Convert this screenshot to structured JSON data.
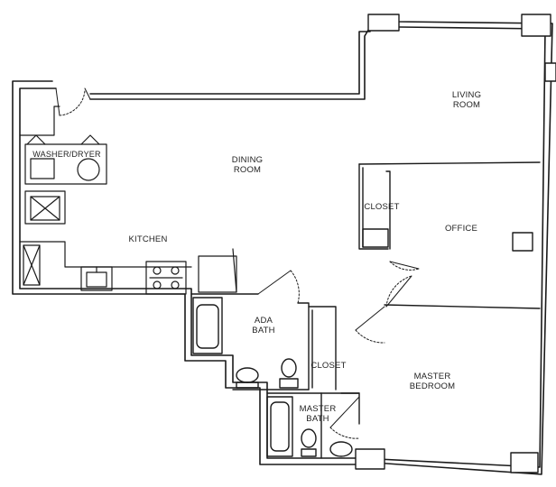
{
  "rooms": {
    "living": {
      "line1": "LIVING",
      "line2": "ROOM"
    },
    "dining": {
      "line1": "DINING",
      "line2": "ROOM"
    },
    "washer_dryer": "WASHER/DRYER",
    "kitchen": "KITCHEN",
    "closet_office": "CLOSET",
    "office": "OFFICE",
    "ada_bath": {
      "line1": "ADA",
      "line2": "BATH"
    },
    "closet_bath": "CLOSET",
    "master_bath": {
      "line1": "MASTER",
      "line2": "BATH"
    },
    "master_bedroom": {
      "line1": "MASTER",
      "line2": "BEDROOM"
    }
  },
  "colors": {
    "wall": "#1a1a1a",
    "background": "#ffffff"
  }
}
